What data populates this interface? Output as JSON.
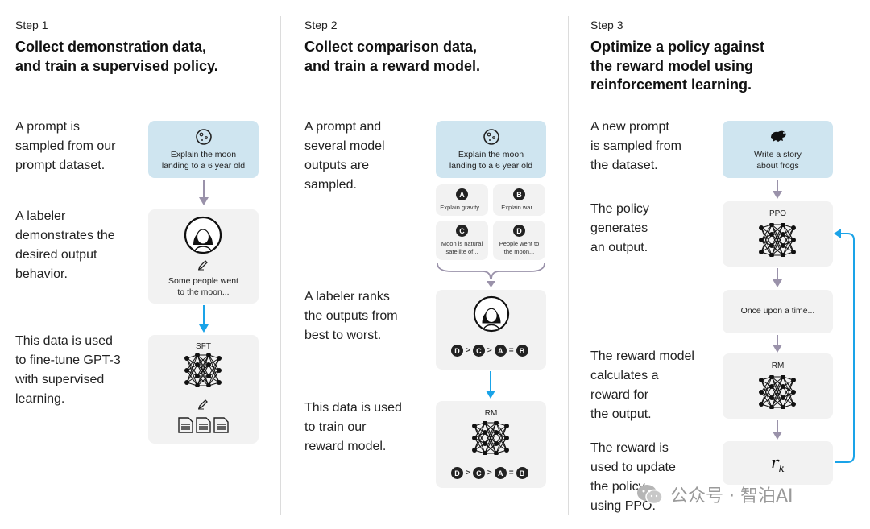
{
  "step1": {
    "label": "Step 1",
    "title_line1": "Collect demonstration data,",
    "title_line2": "and train a supervised policy.",
    "desc1": [
      "A prompt is",
      "sampled from our",
      "prompt dataset."
    ],
    "desc2": [
      "A labeler",
      "demonstrates the",
      "desired output",
      "behavior."
    ],
    "desc3": [
      "This data is used",
      "to fine-tune GPT-3",
      "with supervised",
      "learning."
    ],
    "prompt_lines": [
      "Explain the moon",
      "landing to a 6 year old"
    ],
    "demo_lines": [
      "Some people went",
      "to the moon..."
    ],
    "model_label": "SFT"
  },
  "step2": {
    "label": "Step 2",
    "title_line1": "Collect comparison data,",
    "title_line2": "and train a reward model.",
    "desc1": [
      "A prompt and",
      "several model",
      "outputs are",
      "sampled."
    ],
    "desc2": [
      "A labeler ranks",
      "the outputs from",
      "best to worst."
    ],
    "desc3": [
      "This data is used",
      "to train our",
      "reward model."
    ],
    "prompt_lines": [
      "Explain the moon",
      "landing to a 6 year old"
    ],
    "outputs": [
      {
        "letter": "A",
        "lines": [
          "Explain gravity..."
        ]
      },
      {
        "letter": "B",
        "lines": [
          "Explain war..."
        ]
      },
      {
        "letter": "C",
        "lines": [
          "Moon is natural",
          "satellite of..."
        ]
      },
      {
        "letter": "D",
        "lines": [
          "People went to",
          "the moon..."
        ]
      }
    ],
    "ranking": [
      "D",
      ">",
      "C",
      ">",
      "A",
      "=",
      "B"
    ],
    "model_label": "RM"
  },
  "step3": {
    "label": "Step 3",
    "title_line1": "Optimize a policy against",
    "title_line2": "the reward model using",
    "title_line3": "reinforcement learning.",
    "desc1": [
      "A new prompt",
      "is sampled from",
      "the dataset."
    ],
    "desc2": [
      "The policy",
      "generates",
      "an output."
    ],
    "desc3": [
      "The reward model",
      "calculates a",
      "reward for",
      "the output."
    ],
    "desc4": [
      "The reward is",
      "used to update",
      "the policy",
      "using PPO."
    ],
    "prompt_lines": [
      "Write a story",
      "about frogs"
    ],
    "policy_label": "PPO",
    "output_text": "Once upon a time...",
    "rm_label": "RM",
    "reward_symbol": "r",
    "reward_subscript": "k"
  },
  "watermark": "公众号 · 智泊AI",
  "colors": {
    "blue_box": "#cfe5f0",
    "gray_box": "#f2f2f2",
    "arrow_gray": "#9a92aa",
    "arrow_blue": "#1aa3e8"
  }
}
